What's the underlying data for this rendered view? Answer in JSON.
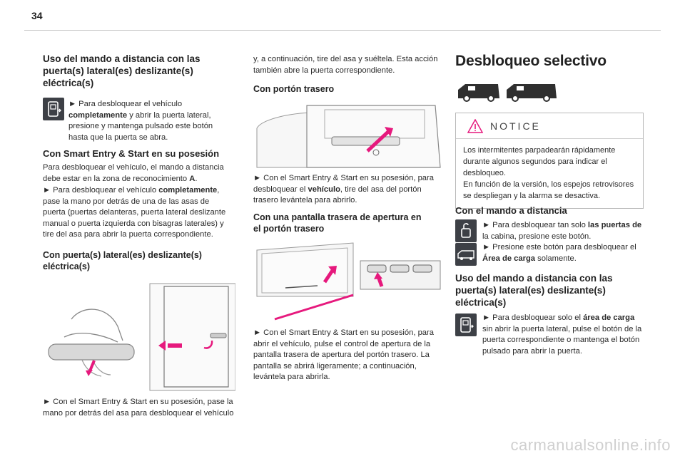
{
  "page_number": "34",
  "col1": {
    "h1": "Uso del mando a distancia con las puerta(s) lateral(es) deslizante(s) eléctrica(s)",
    "p1_a": "► Para desbloquear el vehículo",
    "p1_b": "completamente",
    "p1_c": "y abrir la puerta lateral, presione y mantenga pulsado este botón hasta que la puerta se abra.",
    "h2": "Con Smart Entry & Start en su posesión",
    "p2_a": "Para desbloquear el vehículo, el mando a distancia debe estar en la zona de reconocimiento",
    "p2_b": "A",
    "p2_c": ".",
    "p3_a": "► Para desbloquear el vehículo",
    "p3_b": "completamente",
    "p3_c": ", pase la mano por detrás de una de las asas de puerta (puertas delanteras, puerta lateral deslizante manual o puerta izquierda con bisagras laterales) y tire del asa para abrir la puerta correspondiente.",
    "h3": "Con puerta(s) lateral(es) deslizante(s) eléctrica(s)",
    "p4": "► Con el Smart Entry & Start en su posesión, pase la mano por detrás del asa para desbloquear el vehículo"
  },
  "col2": {
    "p1": "y, a continuación, tire del asa y suéltela. Esta acción también abre la puerta correspondiente.",
    "h1": "Con portón trasero",
    "p2_a": "► Con el Smart Entry & Start en su posesión, para desbloquear el",
    "p2_b": "vehículo",
    "p2_c": ", tire del asa del portón trasero levántela para abrirlo.",
    "h2": "Con una pantalla trasera de apertura en el portón trasero",
    "p3": "► Con el Smart Entry & Start en su posesión, para abrir el vehículo, pulse el control de apertura de la pantalla trasera de apertura del portón trasero. La pantalla se abrirá ligeramente; a continuación, levántela para abrirla."
  },
  "col3": {
    "title": "Desbloqueo selectivo",
    "notice_label": "NOTICE",
    "notice_p1": "Los intermitentes parpadearán rápidamente durante algunos segundos para indicar el desbloqueo.",
    "notice_p2": "En función de la versión, los espejos retrovisores se despliegan y la alarma se desactiva.",
    "h1": "Con el mando a distancia",
    "p1_a": "► Para desbloquear tan solo",
    "p1_b": "las puertas de",
    "p1_c": "la cabina, presione este botón.",
    "p2_a": "► Presione este botón para desbloquear el",
    "p2_b": "Área de carga",
    "p2_c": "solamente.",
    "h2": "Uso del mando a distancia con las puerta(s) lateral(es) deslizante(s) eléctrica(s)",
    "p3_a": "► Para desbloquear solo el",
    "p3_b": "área de carga",
    "p3_c": "sin abrir la puerta lateral, pulse el botón de la puerta correspondiente o mantenga el botón pulsado para abrir la puerta."
  },
  "watermark": "carmanualsonline.info",
  "colors": {
    "accent": "#e6197d",
    "icon_bg": "#3d4046",
    "notice_triangle": "#e6197d"
  }
}
